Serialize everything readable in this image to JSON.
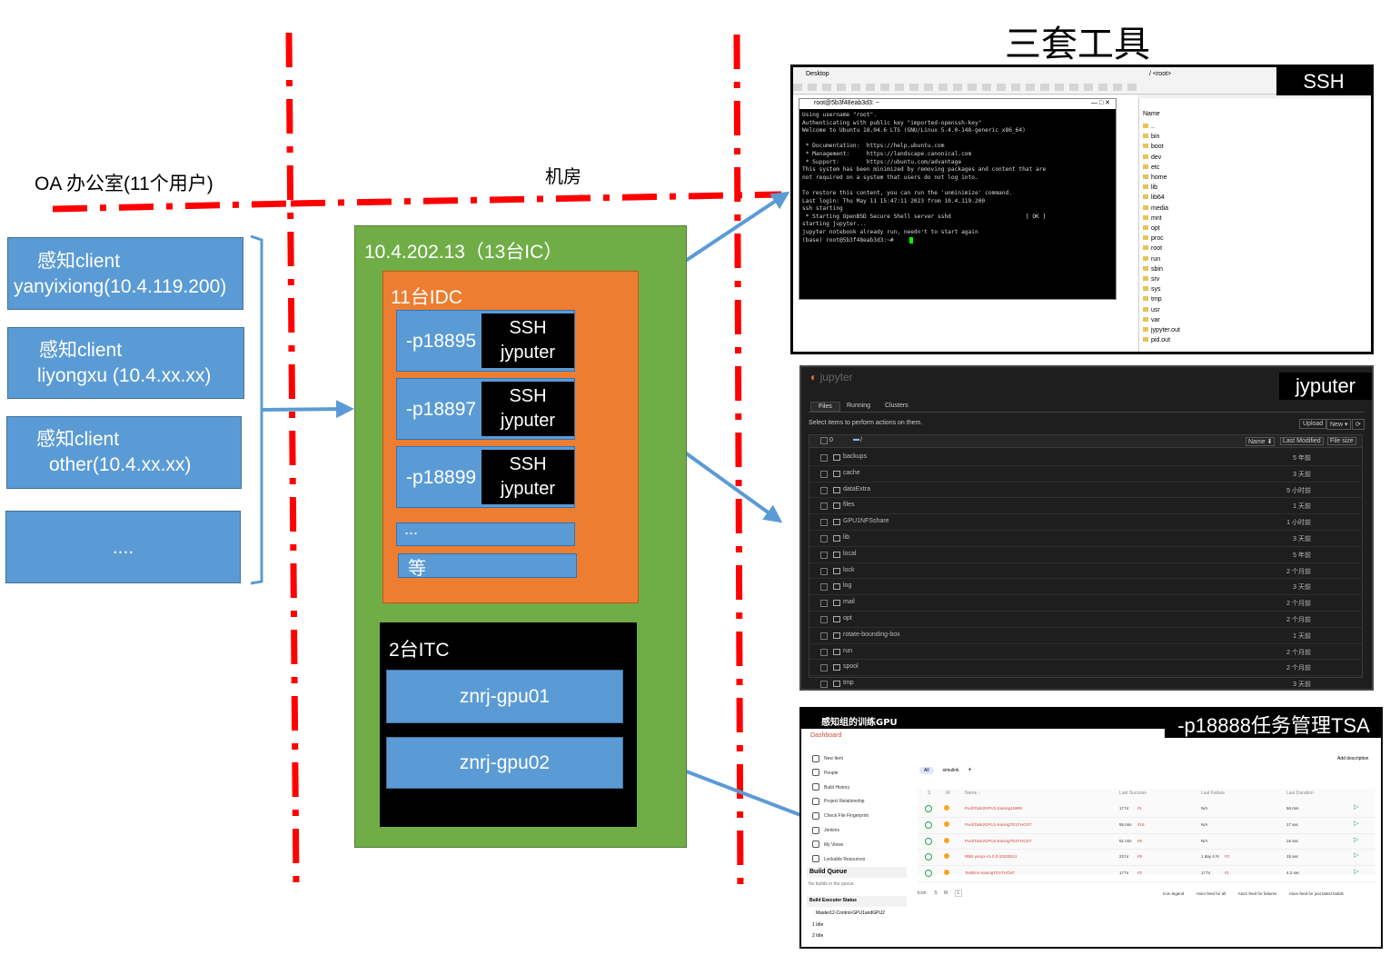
{
  "title": "三套工具",
  "office_label": "OA 办公室(11个用户)",
  "machine_room_label": "机房",
  "clients": [
    {
      "line1": "感知client",
      "line2": "yanyixiong(10.4.119.200)"
    },
    {
      "line1": "感知client",
      "line2": "liyongxu (10.4.xx.xx)"
    },
    {
      "line1": "感知client",
      "line2": "other(10.4.xx.xx)"
    },
    {
      "line1": "....",
      "line2": ""
    }
  ],
  "server": {
    "label": "10.4.202.13（13台IC）",
    "idc": {
      "label": "11台IDC",
      "ports": [
        {
          "port": "-p18895",
          "tag1": "SSH",
          "tag2": "jyputer"
        },
        {
          "port": "-p18897",
          "tag1": "SSH",
          "tag2": "jyputer"
        },
        {
          "port": "-p18899",
          "tag1": "SSH",
          "tag2": "jyputer"
        }
      ],
      "more": "...",
      "etc": "等"
    },
    "itc": {
      "label": "2台ITC",
      "gpus": [
        "znrj-gpu01",
        "znrj-gpu02"
      ]
    }
  },
  "screens": {
    "ssh": {
      "label": "SSH",
      "path_left": "Desktop",
      "path_right": "/ <root>",
      "terminal_title": "root@5b3f48eab3d3: ~",
      "terminal_lines": [
        "Using username \"root\".",
        "Authenticating with public key \"imported-openssh-key\"",
        "Welcome to Ubuntu 18.04.6 LTS (GNU/Linux 5.4.0-148-generic x86_64)",
        "",
        " * Documentation:  https://help.ubuntu.com",
        " * Management:     https://landscape.canonical.com",
        " * Support:        https://ubuntu.com/advantage",
        "This system has been minimized by removing packages and content that are",
        "not required on a system that users do not log into.",
        "",
        "To restore this content, you can run the 'unminimize' command.",
        "Last login: Thu May 11 15:47:11 2023 from 10.4.119.200",
        "ssh starting",
        " * Starting OpenBSD Secure Shell server sshd                      [ OK ]",
        "starting jupyter...",
        "jupyter notebook already run, needn't to start again",
        "(base) root@5b3f48eab3d3:~# "
      ],
      "dir_header": "Name",
      "dirs": [
        "..",
        "bin",
        "boot",
        "dev",
        "etc",
        "home",
        "lib",
        "lib64",
        "media",
        "mnt",
        "opt",
        "proc",
        "root",
        "run",
        "sbin",
        "srv",
        "sys",
        "tmp",
        "usr",
        "var",
        "jypyter.out",
        "pid.out"
      ]
    },
    "jupyter": {
      "label": "jyputer",
      "logo": "jupyter",
      "tabs": [
        "Files",
        "Running",
        "Clusters"
      ],
      "hint": "Select items to perform actions on them.",
      "upload": "Upload",
      "new": "New ▾",
      "select_count": "0",
      "path": "/",
      "col_name": "Name ⬇",
      "col_modified": "Last Modified",
      "col_size": "File size",
      "rows": [
        {
          "name": "backups",
          "time": "5 年前"
        },
        {
          "name": "cache",
          "time": "3 天前"
        },
        {
          "name": "dataExtra",
          "time": "5 小时前"
        },
        {
          "name": "files",
          "time": "1 天前"
        },
        {
          "name": "GPU1NFSshare",
          "time": "1 小时前"
        },
        {
          "name": "lib",
          "time": "3 天前"
        },
        {
          "name": "local",
          "time": "5 年前"
        },
        {
          "name": "lock",
          "time": "2 个月前"
        },
        {
          "name": "log",
          "time": "3 天前"
        },
        {
          "name": "mail",
          "time": "2 个月前"
        },
        {
          "name": "opt",
          "time": "2 个月前"
        },
        {
          "name": "rotate-bounding-box",
          "time": "1 天前"
        },
        {
          "name": "run",
          "time": "2 个月前"
        },
        {
          "name": "spool",
          "time": "2 个月前"
        },
        {
          "name": "tmp",
          "time": "3 天前"
        }
      ]
    },
    "jenkins": {
      "label": "-p18888任务管理TSA",
      "header": "感知组的训练GPU",
      "breadcrumb": "Dashboard",
      "menu": [
        "New Item",
        "People",
        "Build History",
        "Project Relationship",
        "Check File Fingerprint",
        "Jenkins",
        "My Views",
        "Lockable Resources"
      ],
      "build_queue": "Build Queue",
      "queue_empty": "No builds in the queue.",
      "executor_status": "Build Executor Status",
      "executor_node": "Master12-Control-GPU1andGPU2",
      "executors": [
        "1  Idle",
        "2  Idle"
      ],
      "add_description": "Add description",
      "view_tabs": [
        "All",
        "simulink",
        "+"
      ],
      "cols": [
        "S",
        "W",
        "Name ↓",
        "Last Success",
        "Last Failure",
        "Last Duration"
      ],
      "jobs": [
        {
          "name": "PushTask2GPU1-training18895",
          "success": "17 hr",
          "sbuild": "#1",
          "failure": "N/A",
          "fbuild": "",
          "duration": "56 min"
        },
        {
          "name": "PushTask2GPU1-traningTESTHOST",
          "success": "55 min",
          "sbuild": "#19",
          "failure": "N/A",
          "fbuild": "",
          "duration": "17 sec"
        },
        {
          "name": "PushTask2GPU2-traningTESTHOST",
          "success": "51 min",
          "sbuild": "#8",
          "failure": "N/A",
          "fbuild": "",
          "duration": "16 sec"
        },
        {
          "name": "RBB-yanyx-v1.0.0-20230511",
          "success": "23 hr",
          "sbuild": "#9",
          "failure": "1 day 4 hr",
          "fbuild": "#2",
          "duration": "15 sec"
        },
        {
          "name": "TestEnv-traningTESTHOST",
          "success": "17 hr",
          "sbuild": "#2",
          "failure": "17 hr",
          "fbuild": "#1",
          "duration": "4.2 sec"
        }
      ],
      "icon_label": "Icon:",
      "icon_sizes": [
        "S",
        "M",
        "L"
      ],
      "legend": [
        "Icon legend",
        "Atom feed for all",
        "Atom feed for failures",
        "Atom feed for just latest builds"
      ]
    }
  },
  "colors": {
    "client_blue": "#5b9bd5",
    "server_green": "#70ad47",
    "idc_orange": "#ed7d31",
    "boundary_red": "#ff0000",
    "arrow_blue": "#5b9bd5"
  }
}
